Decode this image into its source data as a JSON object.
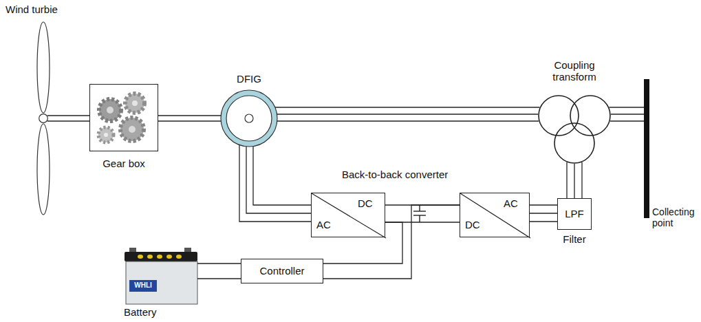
{
  "diagram": {
    "nodes": [
      {
        "text": [
          "Wind turbie"
        ]
      },
      {
        "text": [
          "Gear box"
        ]
      },
      {
        "text": [
          "DFIG"
        ]
      },
      {
        "text": [
          "Coupling transform"
        ]
      },
      {
        "text": [
          "Collecting point"
        ]
      },
      {
        "text": [
          "AC",
          "DC"
        ]
      },
      {
        "text": [
          "DC",
          "AC"
        ]
      },
      {
        "text": [
          "LPF",
          "Filter"
        ]
      },
      {
        "text": [
          "Battery"
        ]
      },
      {
        "text": [
          "Controller"
        ]
      }
    ],
    "edges": [
      {
        "from": 0,
        "to": 1,
        "arrow": "none"
      },
      {
        "from": 1,
        "to": 2,
        "arrow": "none"
      },
      {
        "from": 2,
        "to": 3,
        "arrow": "none"
      },
      {
        "from": 3,
        "to": 4,
        "arrow": "none"
      },
      {
        "from": 2,
        "to": 5,
        "arrow": "none"
      },
      {
        "from": 5,
        "to": 6,
        "arrow": "none"
      },
      {
        "from": 6,
        "to": 7,
        "arrow": "none"
      },
      {
        "from": 7,
        "to": 3,
        "arrow": "none"
      },
      {
        "from": 8,
        "to": 9,
        "arrow": "none"
      },
      {
        "from": 9,
        "to": 5,
        "arrow": "none"
      },
      {
        "from": 9,
        "to": 6,
        "arrow": "none"
      }
    ],
    "labels": [
      "Back-to-back converter",
      "WHLI"
    ]
  }
}
